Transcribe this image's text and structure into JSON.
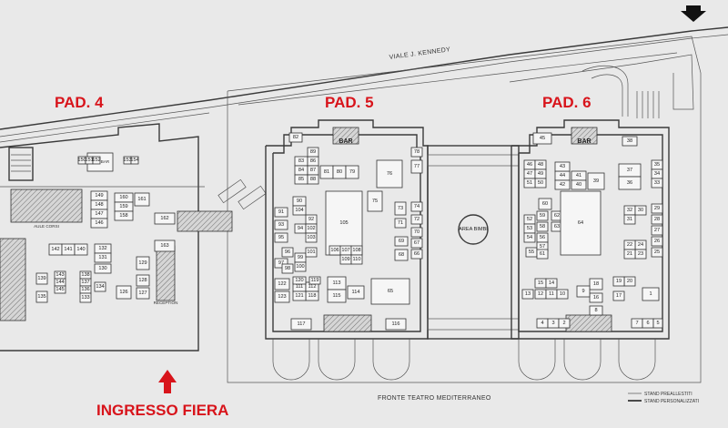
{
  "roads": {
    "top": "VIALE  J. KENNEDY",
    "bottom": "FRONTE TEATRO MEDITERRANEO"
  },
  "pavilions": {
    "pad4": "PAD. 4",
    "pad5": "PAD. 5",
    "pad6": "PAD. 6"
  },
  "entrance": "INGRESSO FIERA",
  "bars": {
    "pad4": "Area BAR",
    "pad5": "BAR",
    "pad6": "BAR"
  },
  "areas": {
    "area_bimbi": "AREA BIMBI",
    "reception": "RECEPTION",
    "aule": "AULE CORSI"
  },
  "legend": {
    "preallestiti": "STAND PREALLESTITI",
    "personalizzati": "STAND PERSONALIZZATI"
  },
  "colors": {
    "accent": "#d8141b",
    "background": "#e9e9e9"
  },
  "icons": {
    "entrance_arrow": "arrow-up-icon",
    "north_arrow": "arrow-down-icon"
  },
  "stands": {
    "pad4": [
      "150",
      "151",
      "152",
      "153",
      "154",
      "149",
      "148",
      "147",
      "146",
      "160",
      "159",
      "158",
      "161",
      "162",
      "163",
      "142",
      "141",
      "140",
      "132",
      "131",
      "130",
      "143",
      "144",
      "145",
      "138",
      "137",
      "136",
      "134",
      "133",
      "129",
      "128",
      "127",
      "126",
      "135",
      "139"
    ],
    "pad5": [
      "82",
      "83",
      "84",
      "85",
      "86",
      "87",
      "88",
      "89",
      "81",
      "80",
      "79",
      "76",
      "77",
      "78",
      "90",
      "91",
      "92",
      "93",
      "94",
      "95",
      "96",
      "97",
      "98",
      "99",
      "100",
      "101",
      "102",
      "103",
      "104",
      "105",
      "75",
      "73",
      "74",
      "71",
      "72",
      "70",
      "106",
      "107",
      "108",
      "109",
      "110",
      "68",
      "69",
      "66",
      "67",
      "65",
      "111",
      "112",
      "113",
      "114",
      "115",
      "116",
      "117",
      "118",
      "119",
      "120",
      "121",
      "122",
      "123"
    ],
    "pad6": [
      "45",
      "38",
      "46",
      "47",
      "48",
      "49",
      "50",
      "51",
      "52",
      "53",
      "54",
      "55",
      "56",
      "57",
      "58",
      "59",
      "60",
      "61",
      "62",
      "63",
      "64",
      "44",
      "42",
      "41",
      "40",
      "39",
      "37",
      "36",
      "35",
      "34",
      "33",
      "32",
      "31",
      "30",
      "29",
      "28",
      "27",
      "26",
      "25",
      "24",
      "23",
      "22",
      "21",
      "20",
      "19",
      "18",
      "17",
      "16",
      "15",
      "14",
      "13",
      "12",
      "11",
      "10",
      "9",
      "8",
      "7",
      "6",
      "5",
      "4",
      "3",
      "2",
      "1",
      "43"
    ]
  }
}
